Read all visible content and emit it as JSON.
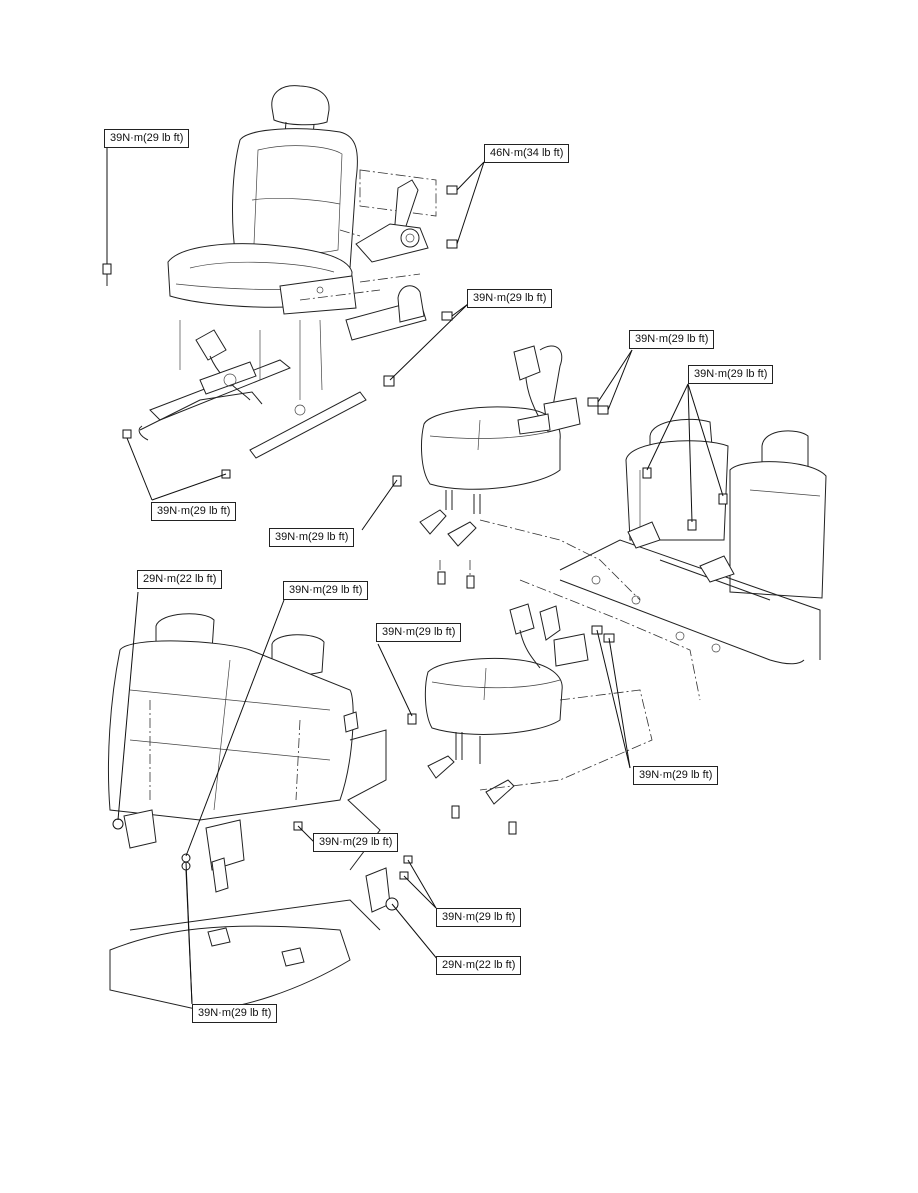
{
  "diagram": {
    "title": "Seat and seat belt installation torque specifications",
    "components": [
      "front-seat",
      "front-seat-recliner-bracket",
      "front-seat-rail",
      "front-seat-belt-buckle",
      "center-jump-seat-upper",
      "center-jump-seat-lower",
      "rear-bench-seat",
      "rear-seat-belt-anchors",
      "floor-panel"
    ],
    "callouts": [
      {
        "id": "c1",
        "text": "39N·m(29 lb ft)",
        "target": "front-seat-bolt-left"
      },
      {
        "id": "c2",
        "text": "46N·m(34 lb ft)",
        "target": "recliner-bracket-bolts"
      },
      {
        "id": "c3",
        "text": "39N·m(29 lb ft)",
        "target": "front-seat-rail-rear-bolt"
      },
      {
        "id": "c4",
        "text": "39N·m(29 lb ft)",
        "target": "jump-seat-buckle-bolts"
      },
      {
        "id": "c5",
        "text": "39N·m(29 lb ft)",
        "target": "side-belt-anchor-bolts"
      },
      {
        "id": "c6",
        "text": "39N·m(29 lb ft)",
        "target": "front-seat-rail-front-bolts"
      },
      {
        "id": "c7",
        "text": "39N·m(29 lb ft)",
        "target": "jump-seat-bracket-bolt-upper"
      },
      {
        "id": "c8",
        "text": "29N·m(22 lb ft)",
        "target": "rear-belt-anchor-left"
      },
      {
        "id": "c9",
        "text": "39N·m(29 lb ft)",
        "target": "rear-belt-anchor-center"
      },
      {
        "id": "c10",
        "text": "39N·m(29 lb ft)",
        "target": "jump-seat-bracket-bolt-lower"
      },
      {
        "id": "c11",
        "text": "39N·m(29 lb ft)",
        "target": "jump-seat-buckle-bolts-lower"
      },
      {
        "id": "c12",
        "text": "39N·m(29 lb ft)",
        "target": "rear-buckle-bolts"
      },
      {
        "id": "c13",
        "text": "39N·m(29 lb ft)",
        "target": "rear-side-anchor-bolts"
      },
      {
        "id": "c14",
        "text": "29N·m(22 lb ft)",
        "target": "rear-side-anchor-nut"
      },
      {
        "id": "c15",
        "text": "39N·m(29 lb ft)",
        "target": "rear-floor-anchor-bolts"
      }
    ]
  }
}
